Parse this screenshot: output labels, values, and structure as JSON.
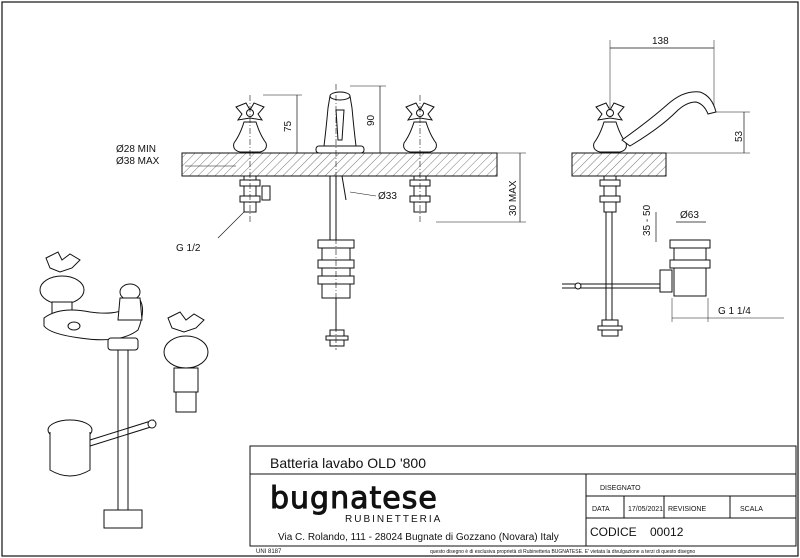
{
  "title_block": {
    "product_title": "Batteria lavabo OLD '800",
    "brand_name": "bugnatese",
    "brand_subtitle": "RUBINETTERIA",
    "address": "Via C. Rolando, 111 - 28024 Bugnate di Gozzano (Novara) Italy",
    "disegnato_label": "DISEGNATO",
    "data_label": "DATA",
    "data_value": "17/05/2021",
    "revisione_label": "REVISIONE",
    "scala_label": "SCALA",
    "codice_label": "CODICE",
    "codice_value": "00012",
    "uni_label": "UNI 8187",
    "disclaimer": "questo disegno è di esclusiva proprietà di Rubinetteria BUGNATESE. E' vietata la divulgazione a terzi di questo disegno"
  },
  "dimensions": {
    "d28min": "Ø28 MIN",
    "d38max": "Ø38 MAX",
    "h75": "75",
    "h90": "90",
    "d33": "Ø33",
    "max30": "30 MAX",
    "g12": "G 1/2",
    "w138": "138",
    "h53": "53",
    "r3550": "35 - 50",
    "d63": "Ø63",
    "g114": "G 1 1/4"
  }
}
